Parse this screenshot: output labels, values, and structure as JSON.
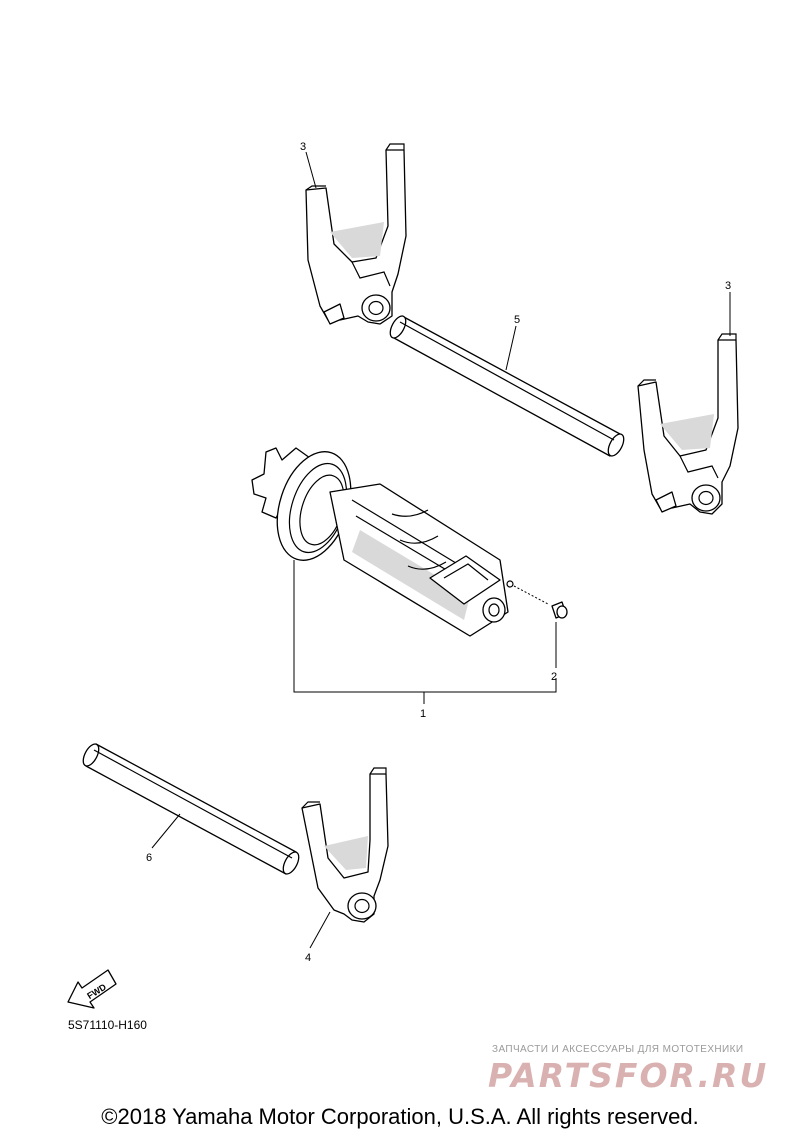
{
  "callouts": {
    "fork_upper_left": "3",
    "fork_upper_right": "3",
    "guide_bar_upper": "5",
    "shift_drum_assy": "1",
    "pin": "2",
    "guide_bar_lower": "6",
    "fork_lower": "4"
  },
  "fwd_label": "FWD",
  "diagram_code": "5S71110-H160",
  "watermark": {
    "tagline": "ЗАПЧАСТИ И АКСЕССУАРЫ ДЛЯ МОТОТЕХНИКИ",
    "logo": "PARTSFOR.RU"
  },
  "copyright": "©2018 Yamaha Motor Corporation, U.S.A. All rights reserved.",
  "icons": [
    "fwd-arrow-icon"
  ]
}
